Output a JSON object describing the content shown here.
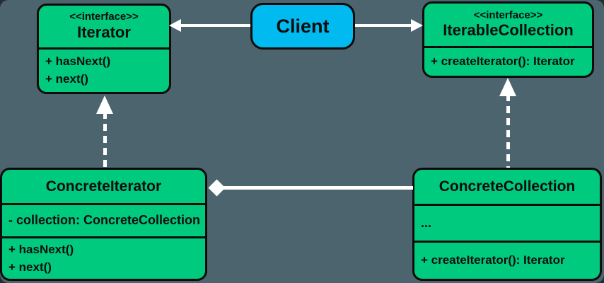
{
  "colors": {
    "background": "#4c646e",
    "class_fill": "#00ca7e",
    "client_fill": "#00baf0",
    "border": "#0b0b0b",
    "connector": "#ffffff",
    "text": "#0d0d0d"
  },
  "classes": {
    "iterator": {
      "stereotype": "<<interface>>",
      "name": "Iterator",
      "methods": [
        "+ hasNext()",
        "+ next()"
      ]
    },
    "client": {
      "name": "Client"
    },
    "iterable_collection": {
      "stereotype": "<<interface>>",
      "name": "IterableCollection",
      "methods": [
        "+ createIterator(): Iterator"
      ]
    },
    "concrete_iterator": {
      "name": "ConcreteIterator",
      "attributes": [
        "- collection: ConcreteCollection"
      ],
      "methods": [
        "+ hasNext()",
        "+ next()"
      ]
    },
    "concrete_collection": {
      "name": "ConcreteCollection",
      "attributes": [
        "..."
      ],
      "methods": [
        "+ createIterator(): Iterator"
      ]
    }
  },
  "relationships": [
    {
      "type": "association",
      "from": "client",
      "to": "iterator"
    },
    {
      "type": "association",
      "from": "client",
      "to": "iterable_collection"
    },
    {
      "type": "realization",
      "from": "concrete_iterator",
      "to": "iterator"
    },
    {
      "type": "realization",
      "from": "concrete_collection",
      "to": "iterable_collection"
    },
    {
      "type": "aggregation",
      "from": "concrete_iterator",
      "to": "concrete_collection"
    }
  ]
}
